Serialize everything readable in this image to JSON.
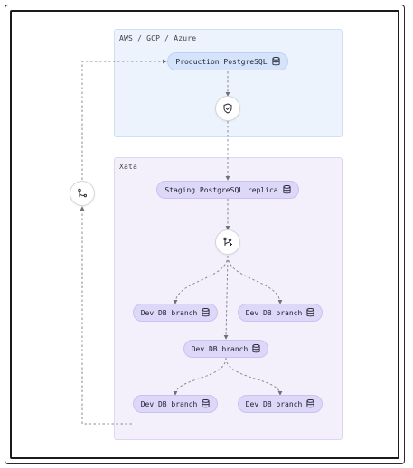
{
  "regions": {
    "cloud": {
      "label": "AWS / GCP / Azure"
    },
    "xata": {
      "label": "Xata"
    }
  },
  "nodes": {
    "production": {
      "label": "Production PostgreSQL",
      "icon": "database-icon"
    },
    "staging": {
      "label": "Staging PostgreSQL replica",
      "icon": "database-icon"
    },
    "dev_left": {
      "label": "Dev DB branch",
      "icon": "database-icon"
    },
    "dev_right": {
      "label": "Dev DB branch",
      "icon": "database-icon"
    },
    "dev_middle": {
      "label": "Dev DB branch",
      "icon": "database-icon"
    },
    "dev_bottom_left": {
      "label": "Dev DB branch",
      "icon": "database-icon"
    },
    "dev_bottom_right": {
      "label": "Dev DB branch",
      "icon": "database-icon"
    }
  },
  "connectors": {
    "shield": {
      "icon": "shield-check-icon"
    },
    "branch": {
      "icon": "git-branch-plus-icon"
    },
    "merge": {
      "icon": "git-merge-icon"
    }
  },
  "colors": {
    "cloud_region": "#ecf3fd",
    "xata_region": "#f3f0fc",
    "blue_pill": "#d6e4fb",
    "purple_pill": "#ddd7f8",
    "edge": "#8a8a96"
  }
}
